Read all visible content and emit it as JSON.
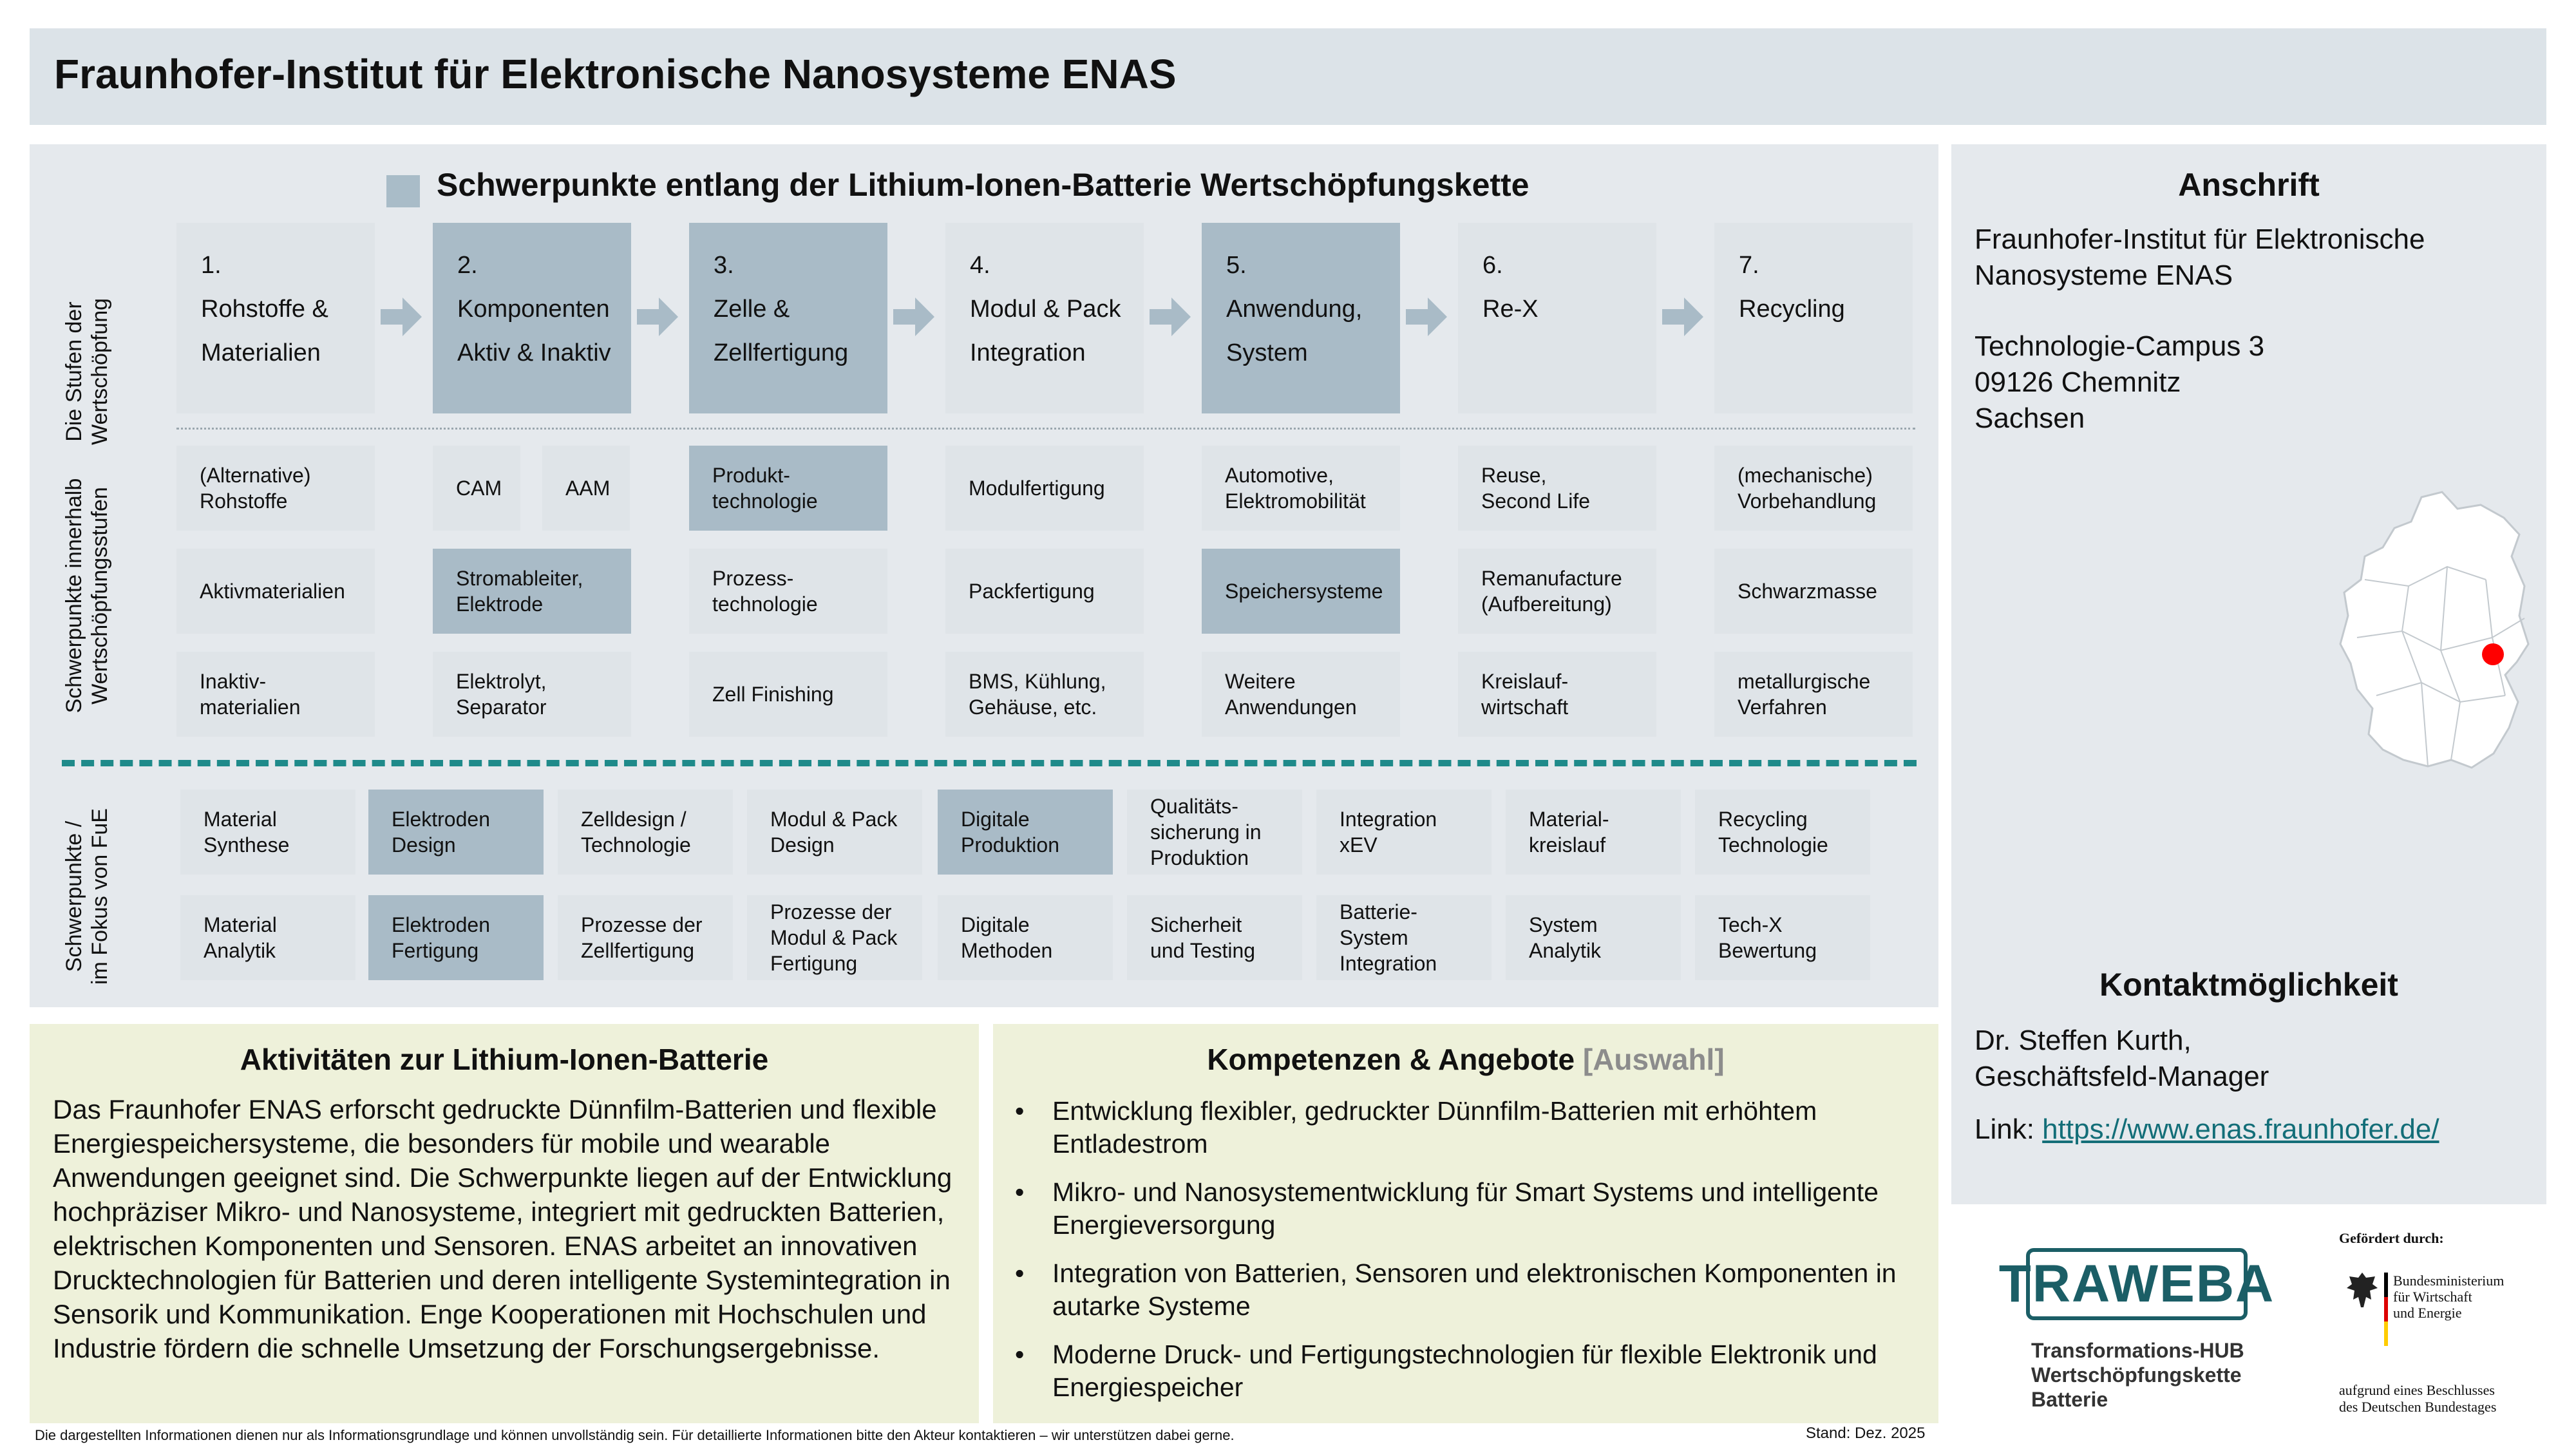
{
  "header": {
    "title": "Fraunhofer-Institut für Elektronische Nanosysteme ENAS"
  },
  "chain": {
    "title": "Schwerpunkte entlang der Lithium-Ionen-Batterie Wertschöpfungskette",
    "row_labels": {
      "stages": "Die Stufen der\nWertschöpfung",
      "focus": "Schwerpunkte innerhalb\nWertschöpfungsstufen",
      "rnd": "Schwerpunkte /\nim Fokus  von FuE"
    },
    "stages": [
      {
        "label": "1.\nRohstoffe &\nMaterialien",
        "highlight": false
      },
      {
        "label": "2.\nKomponenten\nAktiv & Inaktiv",
        "highlight": true
      },
      {
        "label": "3.\nZelle &\nZellfertigung",
        "highlight": true
      },
      {
        "label": "4.\nModul & Pack\nIntegration",
        "highlight": false
      },
      {
        "label": "5.\nAnwendung,\nSystem",
        "highlight": true
      },
      {
        "label": "6.\nRe-X",
        "highlight": false
      },
      {
        "label": "7.\nRecycling",
        "highlight": false
      }
    ],
    "focus_rows": [
      [
        {
          "label": "(Alternative)\nRohstoffe",
          "highlight": false
        },
        {
          "label": "CAM",
          "highlight": false
        },
        {
          "label": "AAM",
          "highlight": false
        },
        {
          "label": "Produkt-\ntechnologie",
          "highlight": true
        },
        {
          "label": "Modulfertigung",
          "highlight": false
        },
        {
          "label": "Automotive,\nElektromobilität",
          "highlight": false
        },
        {
          "label": "Reuse,\nSecond Life",
          "highlight": false
        },
        {
          "label": "(mechanische)\nVorbehandlung",
          "highlight": false
        }
      ],
      [
        {
          "label": "Aktivmaterialien",
          "highlight": false
        },
        {
          "label": "Stromableiter,\nElektrode",
          "highlight": true
        },
        {
          "label": "Prozess-\ntechnologie",
          "highlight": false
        },
        {
          "label": "Packfertigung",
          "highlight": false
        },
        {
          "label": "Speichersysteme",
          "highlight": true
        },
        {
          "label": "Remanufacture\n(Aufbereitung)",
          "highlight": false
        },
        {
          "label": "Schwarzmasse",
          "highlight": false
        }
      ],
      [
        {
          "label": "Inaktiv-\nmaterialien",
          "highlight": false
        },
        {
          "label": "Elektrolyt,\nSeparator",
          "highlight": false
        },
        {
          "label": "Zell Finishing",
          "highlight": false
        },
        {
          "label": "BMS, Kühlung,\nGehäuse, etc.",
          "highlight": false
        },
        {
          "label": "Weitere\nAnwendungen",
          "highlight": false
        },
        {
          "label": "Kreislauf-\nwirtschaft",
          "highlight": false
        },
        {
          "label": "metallurgische\nVerfahren",
          "highlight": false
        }
      ]
    ],
    "rnd_rows": [
      [
        {
          "label": "Material\nSynthese",
          "highlight": false
        },
        {
          "label": "Elektroden\nDesign",
          "highlight": true
        },
        {
          "label": "Zelldesign /\nTechnologie",
          "highlight": false
        },
        {
          "label": "Modul & Pack\nDesign",
          "highlight": false
        },
        {
          "label": "Digitale\nProduktion",
          "highlight": true
        },
        {
          "label": "Qualitäts-\nsicherung in\nProduktion",
          "highlight": false
        },
        {
          "label": "Integration\nxEV",
          "highlight": false
        },
        {
          "label": "Material-\nkreislauf",
          "highlight": false
        },
        {
          "label": "Recycling\nTechnologie",
          "highlight": false
        }
      ],
      [
        {
          "label": "Material\nAnalytik",
          "highlight": false
        },
        {
          "label": "Elektroden\nFertigung",
          "highlight": true
        },
        {
          "label": "Prozesse der\nZellfertigung",
          "highlight": false
        },
        {
          "label": "Prozesse der\nModul & Pack\nFertigung",
          "highlight": false
        },
        {
          "label": "Digitale\nMethoden",
          "highlight": false
        },
        {
          "label": "Sicherheit\nund Testing",
          "highlight": false
        },
        {
          "label": "Batterie-\nSystem\nIntegration",
          "highlight": false
        },
        {
          "label": "System\nAnalytik",
          "highlight": false
        },
        {
          "label": "Tech-X\nBewertung",
          "highlight": false
        }
      ]
    ]
  },
  "address": {
    "heading": "Anschrift",
    "lines": [
      "Fraunhofer-Institut für Elektronische",
      "Nanosysteme ENAS",
      "Technologie-Campus 3",
      "09126 Chemnitz",
      "Sachsen"
    ]
  },
  "contact": {
    "heading": "Kontaktmöglichkeit",
    "name": "Dr. Steffen Kurth,",
    "role": "Geschäftsfeld-Manager",
    "link_label": "Link: ",
    "link_url": "https://www.enas.fraunhofer.de/"
  },
  "activities": {
    "heading": "Aktivitäten zur Lithium-Ionen-Batterie",
    "text": "Das Fraunhofer ENAS erforscht gedruckte Dünnfilm-Batterien und flexible Energiespeichersysteme, die besonders für mobile und wearable Anwendungen geeignet sind. Die Schwerpunkte liegen auf der Entwicklung hochpräziser Mikro- und Nanosysteme, integriert mit gedruckten Batterien, elektrischen Komponenten und Sensoren. ENAS arbeitet an innovativen Drucktechnologien für Batterien und deren intelligente Systemintegration in Sensorik und Kommunikation. Enge Kooperationen mit Hochschulen und Industrie fördern die schnelle Umsetzung der Forschungsergebnisse."
  },
  "competences": {
    "heading": "Kompetenzen & Angebote",
    "heading_suffix": "[Auswahl]",
    "bullet": "•",
    "items": [
      "Entwicklung flexibler, gedruckter Dünnfilm-Batterien mit erhöhtem Entladestrom",
      "Mikro- und Nanosystementwicklung für Smart Systems und intelligente Energieversorgung",
      "Integration von Batterien, Sensoren und elektronischen Komponenten in autarke Systeme",
      "Moderne Druck- und Fertigungstechnologien für flexible Elektronik und Energiespeicher"
    ]
  },
  "footer": {
    "note": "Die dargestellten Informationen dienen nur als Informationsgrundlage und können unvollständig sein. Für detaillierte Informationen bitte den Akteur kontaktieren – wir unterstützen dabei gerne.",
    "date": "Stand: Dez. 2025"
  },
  "logos": {
    "traweba": "TRAWEBA",
    "traweba_sub": "Transformations-HUB\nWertschöpfungskette\nBatterie",
    "funded_by": "Gefördert durch:",
    "ministry": "Bundesministerium\nfür Wirtschaft\nund Energie",
    "bundestag": "aufgrund eines Beschlusses\ndes Deutschen Bundestages"
  },
  "colors": {
    "highlight": "#a9bbc7",
    "cell": "#dfe4e8",
    "accent_teal": "#1f8a8a",
    "location_marker": "#ff0000"
  },
  "icons": [
    "arrow-right-icon",
    "germany-map-icon",
    "location-dot-icon",
    "federal-eagle-icon",
    "flag-stripes-icon"
  ]
}
